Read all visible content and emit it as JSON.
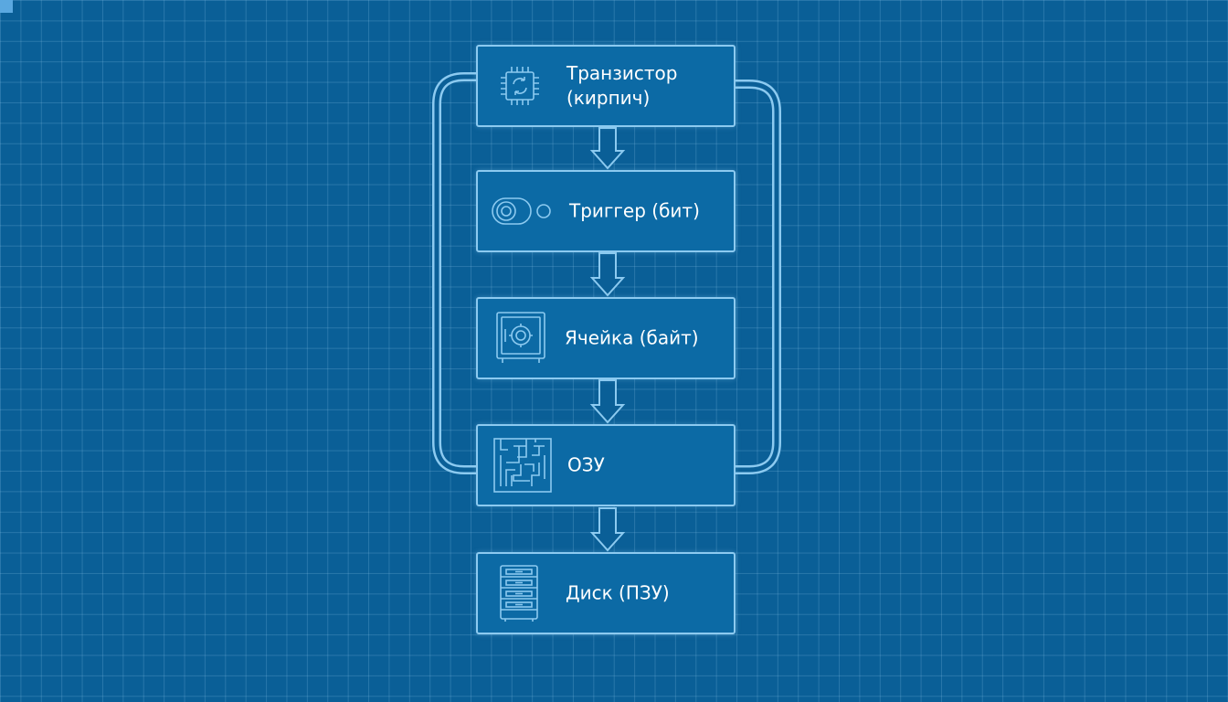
{
  "diagram": {
    "nodes": [
      {
        "id": "transistor",
        "label": "Транзистор\n(кирпич)",
        "icon": "chip-icon"
      },
      {
        "id": "trigger",
        "label": "Триггер (бит)",
        "icon": "toggle-icon"
      },
      {
        "id": "cell",
        "label": "Ячейка (байт)",
        "icon": "safe-icon"
      },
      {
        "id": "ram",
        "label": "ОЗУ",
        "icon": "maze-icon"
      },
      {
        "id": "disk",
        "label": "Диск (ПЗУ)",
        "icon": "cabinet-icon"
      }
    ],
    "arrows": [
      {
        "from": "transistor",
        "to": "trigger"
      },
      {
        "from": "trigger",
        "to": "cell"
      },
      {
        "from": "cell",
        "to": "ram"
      },
      {
        "from": "ram",
        "to": "disk"
      }
    ],
    "loop_connectors": [
      {
        "between": [
          "transistor",
          "ram"
        ],
        "side": "left"
      },
      {
        "between": [
          "transistor",
          "ram"
        ],
        "side": "right"
      }
    ],
    "colors": {
      "background": "#0a5f97",
      "grid": "#96cdf0",
      "box_fill": "#0c6aa5",
      "box_stroke": "#8ccaf0",
      "text": "#ffffff"
    }
  }
}
